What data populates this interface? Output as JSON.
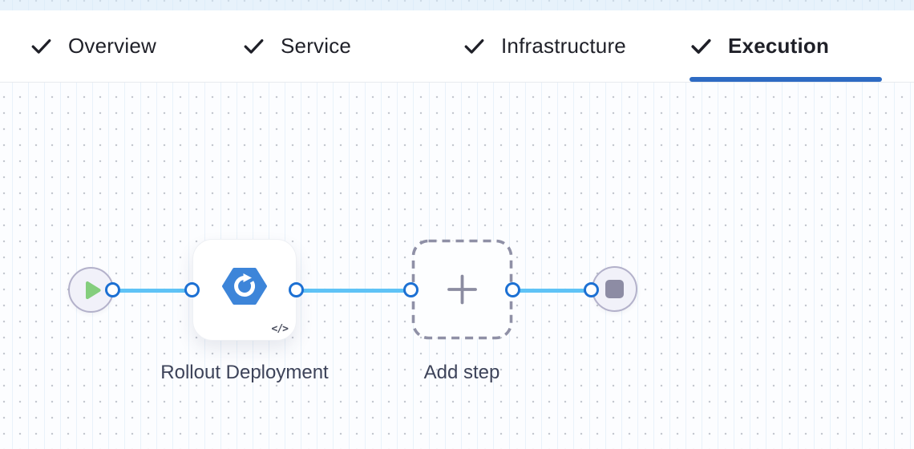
{
  "tab_bar": {
    "items": [
      {
        "label": "Overview",
        "state": "completed"
      },
      {
        "label": "Service",
        "state": "completed"
      },
      {
        "label": "Infrastructure",
        "state": "completed"
      },
      {
        "label": "Execution",
        "state": "active"
      }
    ]
  },
  "pipeline": {
    "start_node": {
      "type": "start"
    },
    "rollout_step": {
      "label": "Rollout Deployment",
      "icon": "rollout-deployment-hexagon-icon",
      "code_badge": "</>"
    },
    "add_step": {
      "label": "Add step"
    },
    "end_node": {
      "type": "stop"
    }
  },
  "colors": {
    "active_tab_underline": "#2e6bc3",
    "link_blue": "#5fc3f6",
    "connector_ring_blue": "#1c70d3",
    "step_icon_blue": "#3d85d9",
    "play_green": "#84ce7d",
    "stop_square_gray": "#8d8ca4",
    "node_fill": "#f1f1f9",
    "node_border": "#b3b1ca",
    "dashed_border": "#8f90a6",
    "label_text": "#3d4359",
    "tab_text": "#1f2028"
  }
}
